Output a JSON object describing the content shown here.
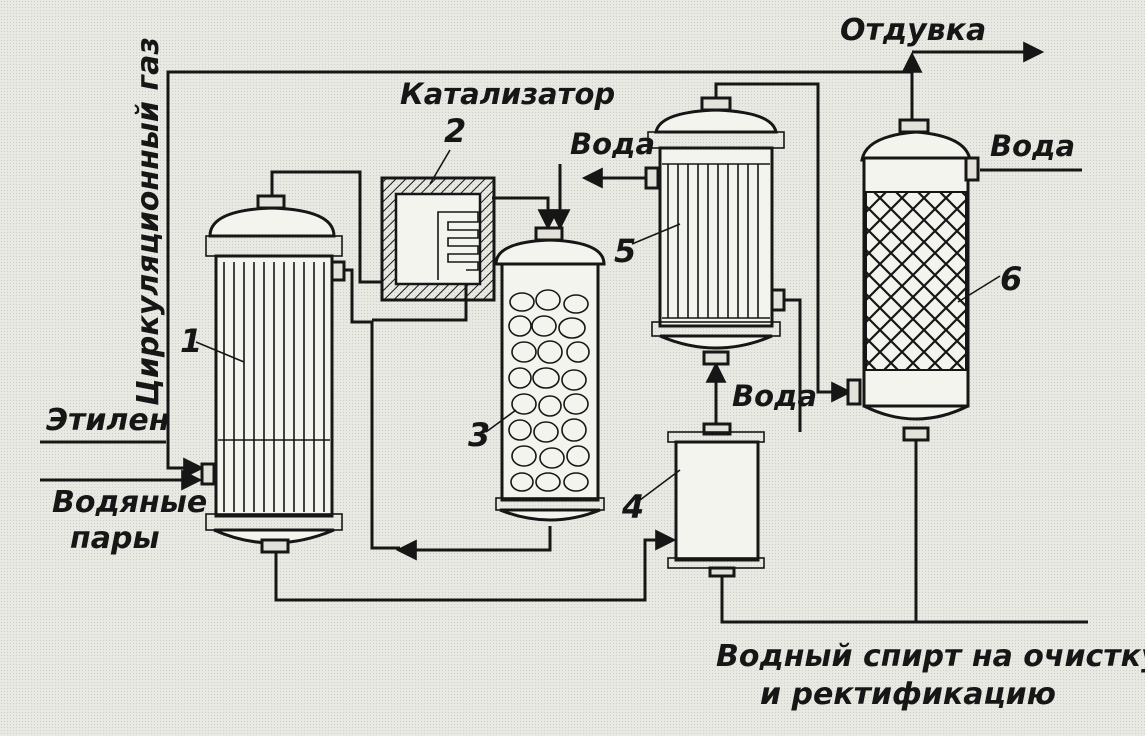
{
  "labels": {
    "blowoff": "Отдувка",
    "catalyst": "Катализатор",
    "water_top": "Вода",
    "water_right": "Вода",
    "water_mid": "Вода",
    "circulating_gas": "Циркуляционный газ",
    "ethylene": "Этилен",
    "steam_line1": "Водяные",
    "steam_line2": "пары",
    "product_line1": "Водный спирт на очистку",
    "product_line2": "и ректификацию"
  },
  "equipment_numbers": {
    "heat_exchanger": "1",
    "furnace": "2",
    "reactor": "3",
    "separator": "4",
    "condenser": "5",
    "scrubber": "6"
  }
}
